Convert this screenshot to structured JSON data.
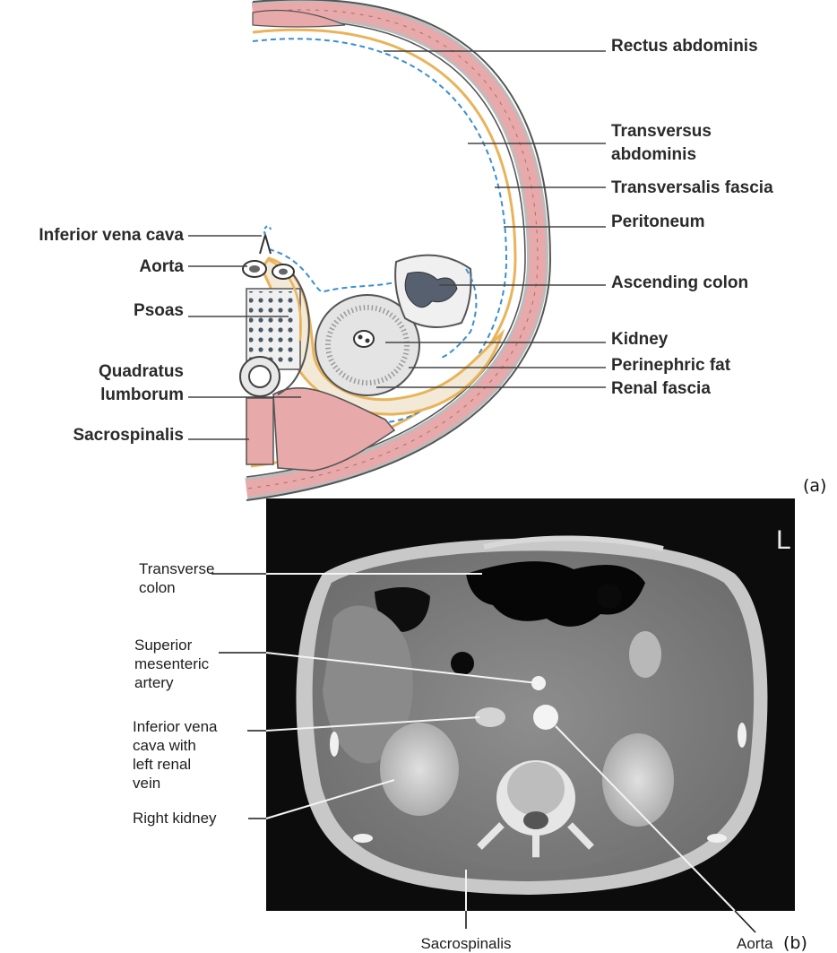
{
  "panel_a": {
    "caption": "(a)",
    "labels": {
      "rectus_abdominis": "Rectus abdominis",
      "transversus_1": "Transversus",
      "transversus_2": "abdominis",
      "transversalis_fascia": "Transversalis fascia",
      "peritoneum": "Peritoneum",
      "ascending_colon": "Ascending colon",
      "kidney": "Kidney",
      "perinephric_fat": "Perinephric fat",
      "renal_fascia": "Renal fascia",
      "inferior_vena_cava": "Inferior vena cava",
      "aorta": "Aorta",
      "psoas": "Psoas",
      "quadratus_1": "Quadratus",
      "quadratus_2": "lumborum",
      "sacrospinalis": "Sacrospinalis"
    },
    "colors": {
      "muscle": "#e8a9aa",
      "fat": "#e9b35a",
      "peritoneum": "#3a8fd0"
    }
  },
  "panel_b": {
    "caption": "(b)",
    "orientation_marker": "L",
    "labels": {
      "transverse_colon_1": "Transverse",
      "transverse_colon_2": "colon",
      "sma_1": "Superior",
      "sma_2": "mesenteric",
      "sma_3": "artery",
      "ivc_1": "Inferior vena",
      "ivc_2": "cava with",
      "ivc_3": "left renal",
      "ivc_4": "vein",
      "right_kidney": "Right kidney",
      "sacrospinalis": "Sacrospinalis",
      "aorta": "Aorta"
    }
  }
}
